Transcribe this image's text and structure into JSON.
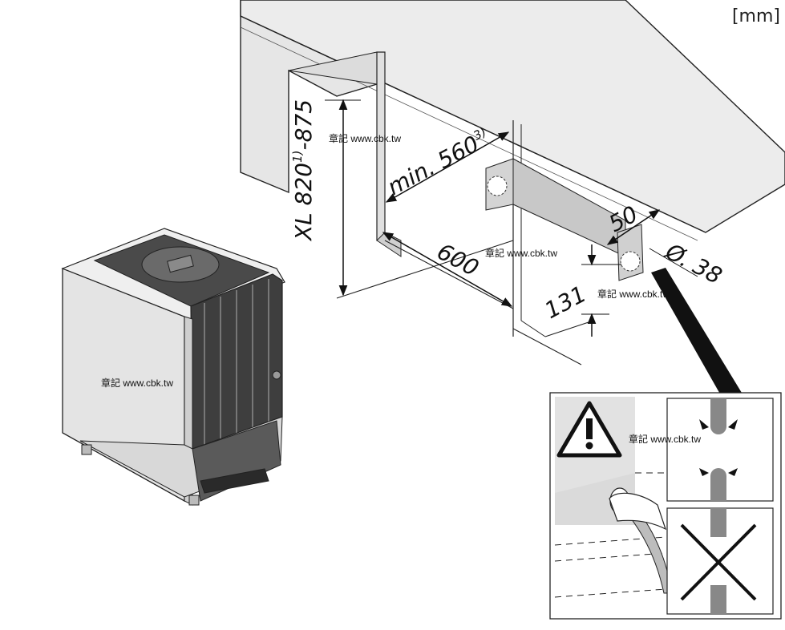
{
  "unit_label": "[mm]",
  "dimensions": {
    "height": "XL 820",
    "height_superscript": "1)",
    "height_suffix": "-875",
    "depth_min": "min. 560",
    "depth_min_superscript": "3)",
    "width": "600",
    "offset": "50",
    "hole_height": "131",
    "hole_diameter": "Ø. 38"
  },
  "watermarks": [
    "章記 www.cbk.tw",
    "章記 www.cbk.tw",
    "章記 www.cbk.tw",
    "章記 www.cbk.tw",
    "章記 www.cbk.tw"
  ]
}
